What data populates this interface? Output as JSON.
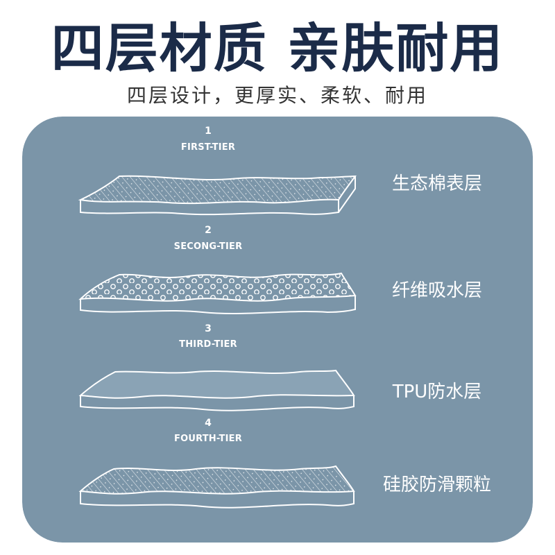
{
  "header": {
    "title": "四层材质 亲肤耐用",
    "subtitle": "四层设计，更厚实、柔软、耐用"
  },
  "panel": {
    "background": "#7b95a8",
    "line_color": "#ffffff",
    "tiers": [
      {
        "number": "1",
        "name": "FIRST-TIER",
        "label": "生态棉表层",
        "pattern": "diagonal-hatch-dots"
      },
      {
        "number": "2",
        "name": "SECONG-TIER",
        "label": "纤维吸水层",
        "pattern": "circles"
      },
      {
        "number": "3",
        "name": "THIRD-TIER",
        "label": "TPU防水层",
        "pattern": "smooth"
      },
      {
        "number": "4",
        "name": "FOURTH-TIER",
        "label": "硅胶防滑颗粒",
        "pattern": "diagonal-hatch-dots"
      }
    ]
  }
}
